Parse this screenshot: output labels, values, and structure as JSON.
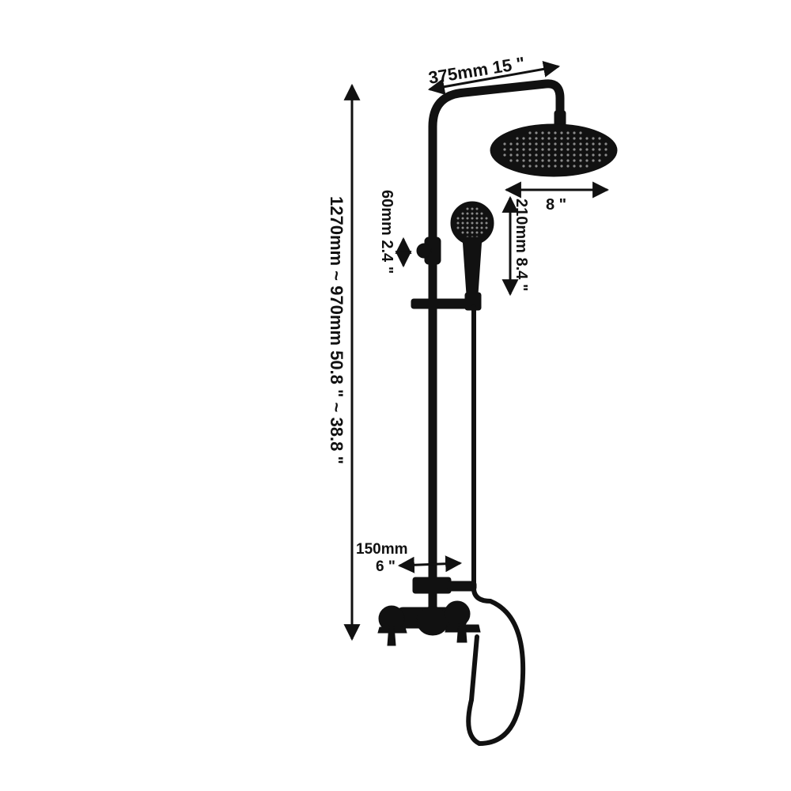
{
  "colors": {
    "background": "#ffffff",
    "fixture": "#111111",
    "nozzle": "#8a8a8a"
  },
  "dimensions": {
    "arm_reach": "375mm 15 \"",
    "head_diameter": "8 \"",
    "handheld_offset": "60mm 2.4 \"",
    "handheld_height": "210mm 8.4 \"",
    "total_height": "1270mm ~ 970mm  50.8 \" ~ 38.8 \"",
    "valve_width_mm": "150mm",
    "valve_width_in": "6 \""
  }
}
